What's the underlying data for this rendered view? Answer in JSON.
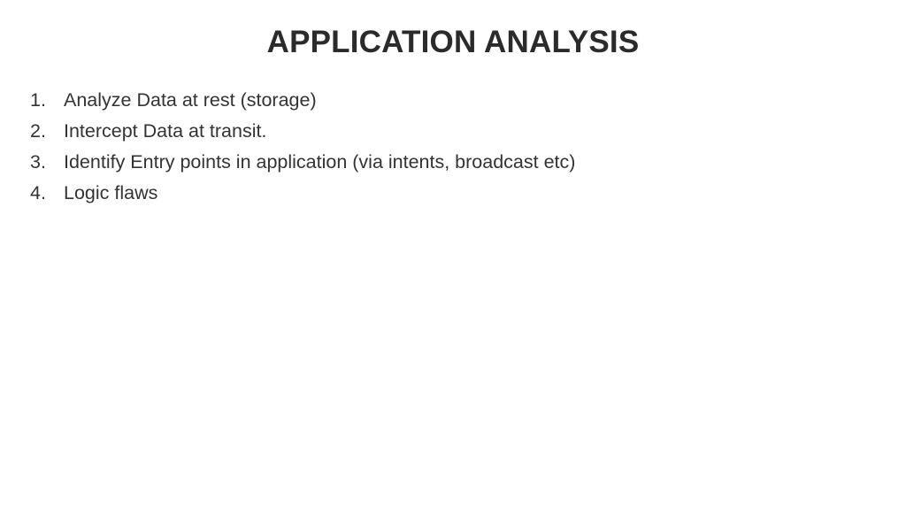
{
  "slide": {
    "title": "APPLICATION ANALYSIS",
    "background_color": "#ffffff",
    "title_color": "#2b2b2b",
    "body_color": "#333333",
    "items": [
      {
        "marker": "1.",
        "text": "Analyze Data at rest (storage)"
      },
      {
        "marker": "2.",
        "text": "Intercept Data at transit."
      },
      {
        "marker": "3.",
        "text": "Identify Entry points in application (via intents, broadcast etc)"
      },
      {
        "marker": "4.",
        "text": "Logic flaws"
      }
    ]
  }
}
